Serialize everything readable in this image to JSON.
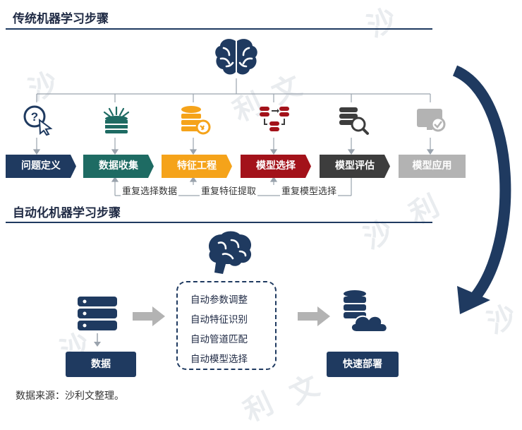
{
  "section1": {
    "title": "传统机器学习步骤"
  },
  "section2": {
    "title": "自动化机器学习步骤"
  },
  "steps": [
    {
      "label": "问题定义",
      "color": "#1f3a60",
      "icon": "question-cursor-icon"
    },
    {
      "label": "数据收集",
      "color": "#1e6b63",
      "icon": "data-collection-icon"
    },
    {
      "label": "特征工程",
      "color": "#f5a31a",
      "icon": "database-gear-icon"
    },
    {
      "label": "模型选择",
      "color": "#a3121a",
      "icon": "database-transfer-icon"
    },
    {
      "label": "模型评估",
      "color": "#3d3d3d",
      "icon": "database-search-icon"
    },
    {
      "label": "模型应用",
      "color": "#b3b3b3",
      "icon": "monitor-check-icon"
    }
  ],
  "repeats": [
    "重复选择数据",
    "重复特征提取",
    "重复模型选择"
  ],
  "auto": {
    "input_label": "数据",
    "items": [
      "自动参数调整",
      "自动特征识别",
      "自动管道匹配",
      "自动模型选择"
    ],
    "output_label": "快速部署"
  },
  "source_note": "数据来源：沙利文整理。",
  "watermark": [
    "沙",
    "利",
    "文"
  ]
}
